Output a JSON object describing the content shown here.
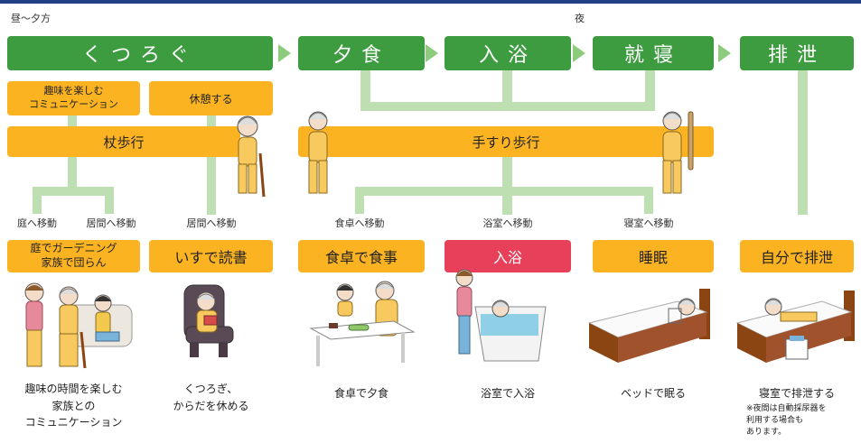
{
  "period_labels": {
    "day": "昼〜夕方",
    "night": "夜"
  },
  "headers": [
    "くつろぐ",
    "夕食",
    "入浴",
    "就寝",
    "排泄"
  ],
  "day_activities": {
    "hobby": "趣味を楽しむ\nコミュニケーション",
    "rest": "休憩する"
  },
  "walking": {
    "cane": "杖歩行",
    "handrail": "手すり歩行"
  },
  "moves": [
    "庭へ移動",
    "居間へ移動",
    "居間へ移動",
    "食卓へ移動",
    "浴室へ移動",
    "寝室へ移動"
  ],
  "activities": [
    "庭でガーデニング\n家族で団らん",
    "いすで読書",
    "食卓で食事",
    "入浴",
    "睡眠",
    "自分で排泄"
  ],
  "captions": [
    "趣味の時間を楽しむ\n家族との\nコミュニケーション",
    "くつろぎ、\nからだを休める",
    "食卓で夕食",
    "浴室で入浴",
    "ベッドで眠る",
    "寝室で排泄する"
  ],
  "note": "※夜間は自動採尿器を\n利用する場合も\nあります。",
  "colors": {
    "green": "#3d9c3f",
    "orange": "#fbb322",
    "pink": "#e8405a",
    "light_green": "#bedfb1",
    "navy": "#1f3f86"
  }
}
